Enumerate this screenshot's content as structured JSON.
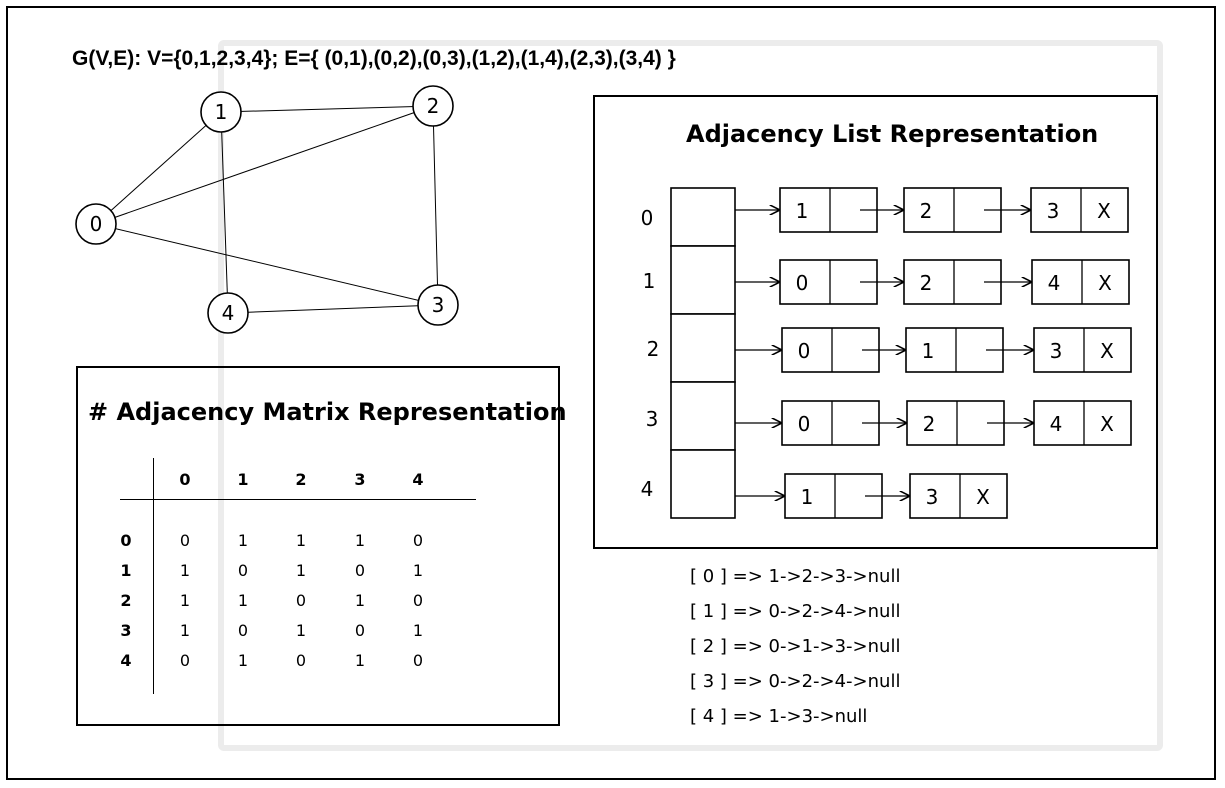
{
  "graph": {
    "title": "G(V,E): V={0,1,2,3,4}; E={ (0,1),(0,2),(0,3),(1,2),(1,4),(2,3),(3,4) }",
    "nodes": [
      "0",
      "1",
      "2",
      "3",
      "4"
    ],
    "edges": [
      [
        0,
        1
      ],
      [
        0,
        2
      ],
      [
        0,
        3
      ],
      [
        1,
        2
      ],
      [
        1,
        4
      ],
      [
        2,
        3
      ],
      [
        3,
        4
      ]
    ]
  },
  "matrix": {
    "title": "# Adjacency Matrix Representation",
    "headers": [
      "0",
      "1",
      "2",
      "3",
      "4"
    ],
    "rows": [
      {
        "label": "0",
        "values": [
          "0",
          "1",
          "1",
          "1",
          "0"
        ]
      },
      {
        "label": "1",
        "values": [
          "1",
          "0",
          "1",
          "0",
          "1"
        ]
      },
      {
        "label": "2",
        "values": [
          "1",
          "1",
          "0",
          "1",
          "0"
        ]
      },
      {
        "label": "3",
        "values": [
          "1",
          "0",
          "1",
          "0",
          "1"
        ]
      },
      {
        "label": "4",
        "values": [
          "0",
          "1",
          "0",
          "1",
          "0"
        ]
      }
    ]
  },
  "adjacency_list": {
    "title": "Adjacency List Representation",
    "indices": [
      "0",
      "1",
      "2",
      "3",
      "4"
    ],
    "rows": [
      [
        "1",
        "2",
        "3"
      ],
      [
        "0",
        "2",
        "4"
      ],
      [
        "0",
        "1",
        "3"
      ],
      [
        "0",
        "2",
        "4"
      ],
      [
        "1",
        "3"
      ]
    ],
    "null_marker": "X"
  },
  "text_list": [
    "[ 0 ] => 1->2->3->null",
    "[ 1 ] => 0->2->4->null",
    "[ 2 ] => 0->1->3->null",
    "[ 3 ] => 0->2->4->null",
    "[ 4 ] => 1->3->null"
  ]
}
